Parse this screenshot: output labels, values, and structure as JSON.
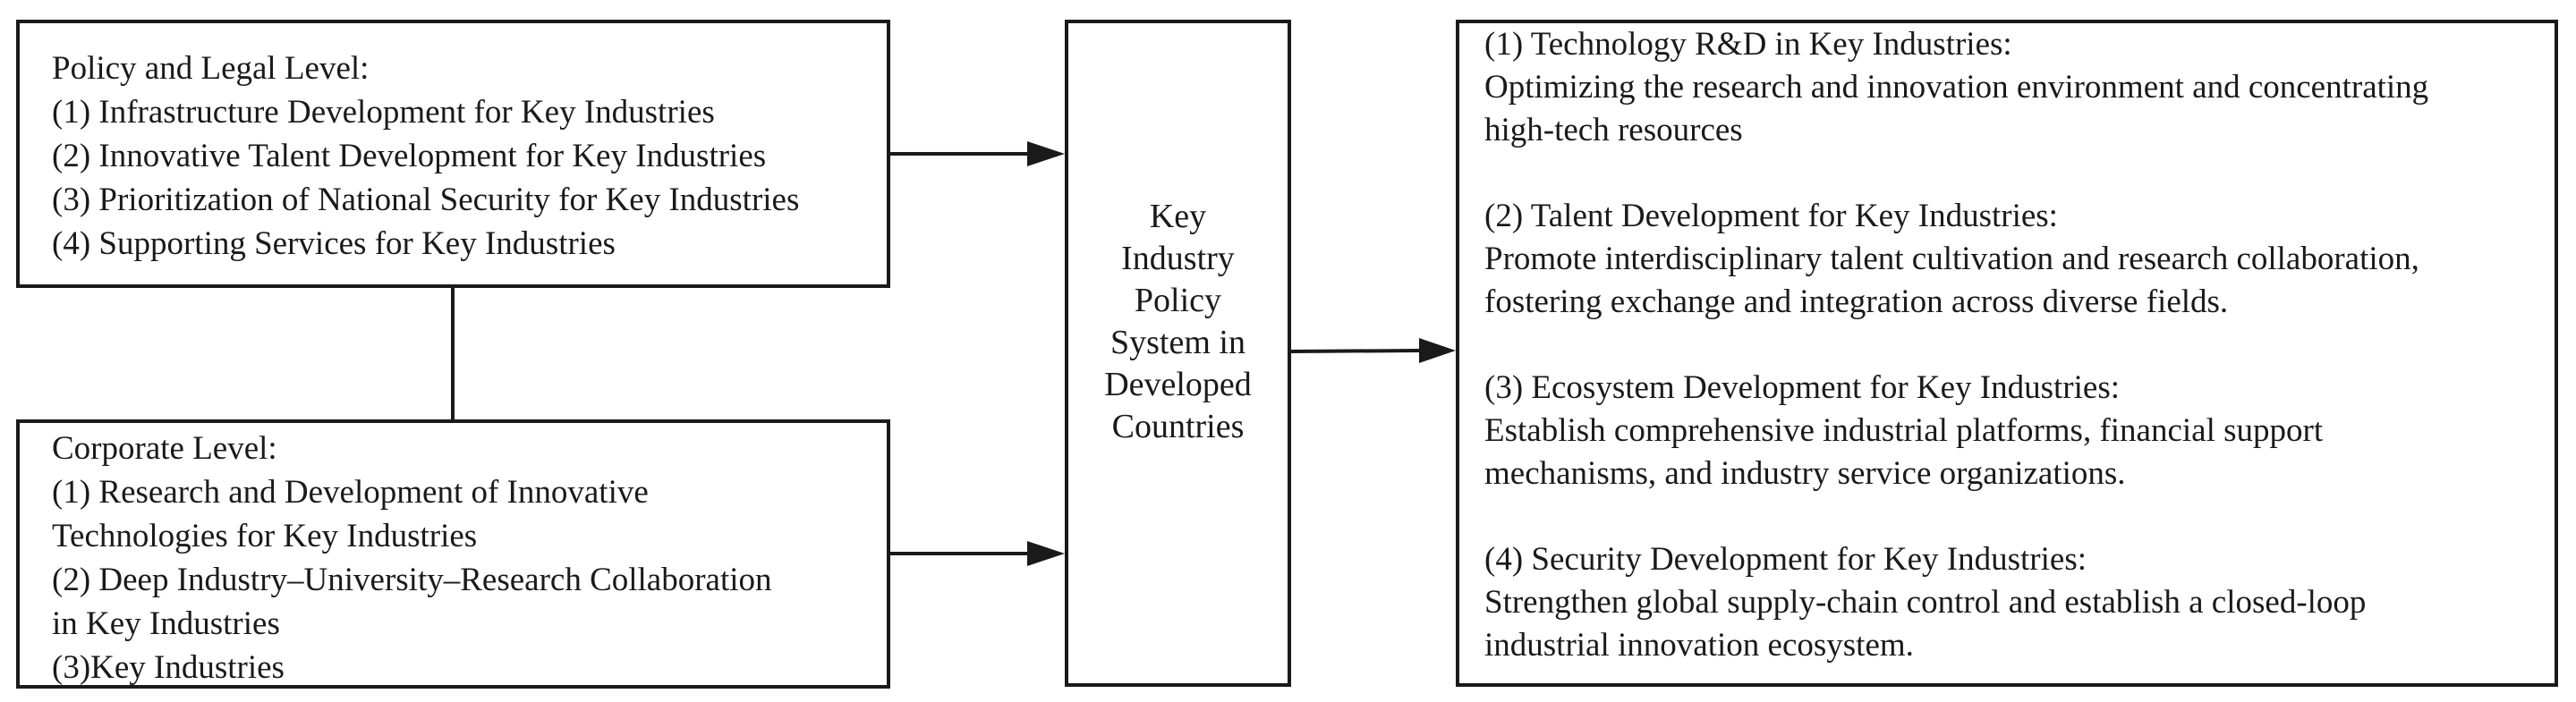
{
  "policy_box": {
    "heading": "Policy and Legal Level:",
    "items": [
      "(1) Infrastructure Development for Key Industries",
      "(2) Innovative Talent Development for Key Industries",
      "(3) Prioritization of National Security for Key Industries",
      "(4) Supporting Services for Key Industries"
    ]
  },
  "corporate_box": {
    "heading": "Corporate Level:",
    "lines": [
      "(1) Research and Development of Innovative",
      "Technologies for Key Industries",
      "(2) Deep Industry–University–Research Collaboration",
      "in Key Industries",
      "(3)Key Industries"
    ]
  },
  "center_box": {
    "lines": [
      "Key",
      "Industry",
      "Policy",
      "System in",
      "Developed",
      "Countries"
    ]
  },
  "measures_box": {
    "items": [
      {
        "title": "(1) Technology R&D in Key Industries:",
        "lines": [
          "Optimizing the research and innovation environment and concentrating",
          "high-tech resources"
        ]
      },
      {
        "title": "(2) Talent Development for Key Industries:",
        "lines": [
          "Promote interdisciplinary talent cultivation and research collaboration,",
          "fostering exchange and integration across diverse fields."
        ]
      },
      {
        "title": "(3) Ecosystem Development for Key Industries:",
        "lines": [
          "Establish comprehensive industrial platforms, financial support",
          "mechanisms, and industry service organizations."
        ]
      },
      {
        "title": "(4) Security Development for Key Industries:",
        "lines": [
          "Strengthen global supply-chain control and establish a closed-loop",
          "industrial innovation ecosystem."
        ]
      }
    ]
  },
  "colors": {
    "stroke": "#1a1a1a",
    "background": "#ffffff"
  }
}
